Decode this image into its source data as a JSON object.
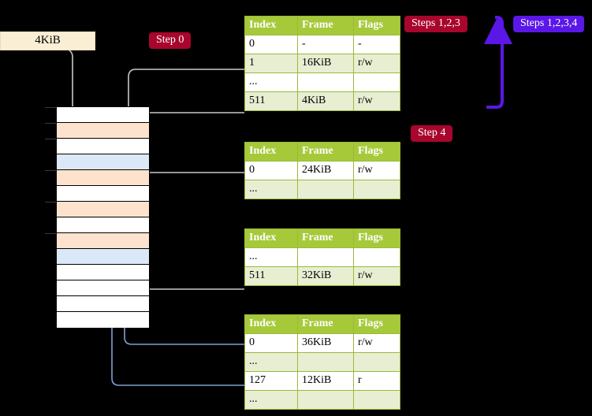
{
  "labels": {
    "mem_size": "4KiB",
    "step0": "Step 0",
    "step4": "Step 4",
    "steps123": "Steps 1,2,3",
    "steps1234": "Steps 1,2,3,4"
  },
  "colors": {
    "background": "#000000",
    "table_header": "#a6c93a",
    "table_alt_row": "#e7eed2",
    "table_border": "#9aba3a",
    "highlight": "#f9f49a",
    "badge_crimson": "#a8062c",
    "badge_violet": "#5b17e8",
    "mem_label": "#faefd4",
    "mem_orange": "#fde3cd",
    "mem_blue": "#dbe8f7",
    "gray_link": "#c9c9c4",
    "blue_link": "#7e9fd0",
    "blue_arrow": "#3a63a8"
  },
  "tables": [
    {
      "name": "level4-page-table",
      "columns": [
        "Index",
        "Frame",
        "Flags"
      ],
      "rows": [
        {
          "cells": [
            "0",
            "-",
            "-"
          ],
          "alt": false,
          "highlight": false
        },
        {
          "cells": [
            "1",
            "16KiB",
            "r/w"
          ],
          "alt": true,
          "highlight": false
        },
        {
          "cells": [
            "...",
            "",
            ""
          ],
          "alt": false,
          "highlight": false
        },
        {
          "cells": [
            "511",
            "4KiB",
            "r/w"
          ],
          "alt": true,
          "highlight": true
        }
      ]
    },
    {
      "name": "level3-page-table",
      "columns": [
        "Index",
        "Frame",
        "Flags"
      ],
      "rows": [
        {
          "cells": [
            "0",
            "24KiB",
            "r/w"
          ],
          "alt": false,
          "highlight": false
        },
        {
          "cells": [
            "...",
            "",
            ""
          ],
          "alt": true,
          "highlight": false
        }
      ]
    },
    {
      "name": "level2-page-table",
      "columns": [
        "Index",
        "Frame",
        "Flags"
      ],
      "rows": [
        {
          "cells": [
            "...",
            "",
            ""
          ],
          "alt": false,
          "highlight": false
        },
        {
          "cells": [
            "511",
            "32KiB",
            "r/w"
          ],
          "alt": true,
          "highlight": false
        }
      ]
    },
    {
      "name": "level1-page-table",
      "columns": [
        "Index",
        "Frame",
        "Flags"
      ],
      "rows": [
        {
          "cells": [
            "0",
            "36KiB",
            "r/w"
          ],
          "alt": false,
          "highlight": false
        },
        {
          "cells": [
            "...",
            "",
            ""
          ],
          "alt": true,
          "highlight": false
        },
        {
          "cells": [
            "127",
            "12KiB",
            "r"
          ],
          "alt": false,
          "highlight": false
        },
        {
          "cells": [
            "...",
            "",
            ""
          ],
          "alt": true,
          "highlight": false
        }
      ]
    }
  ],
  "memory": {
    "name": "physical-memory-column",
    "rows": [
      {
        "fill": "white"
      },
      {
        "fill": "orange"
      },
      {
        "fill": "white"
      },
      {
        "fill": "blue"
      },
      {
        "fill": "orange"
      },
      {
        "fill": "white"
      },
      {
        "fill": "orange"
      },
      {
        "fill": "white"
      },
      {
        "fill": "orange"
      },
      {
        "fill": "blue"
      },
      {
        "fill": "white"
      },
      {
        "fill": "white"
      },
      {
        "fill": "white"
      },
      {
        "fill": "white"
      }
    ]
  }
}
